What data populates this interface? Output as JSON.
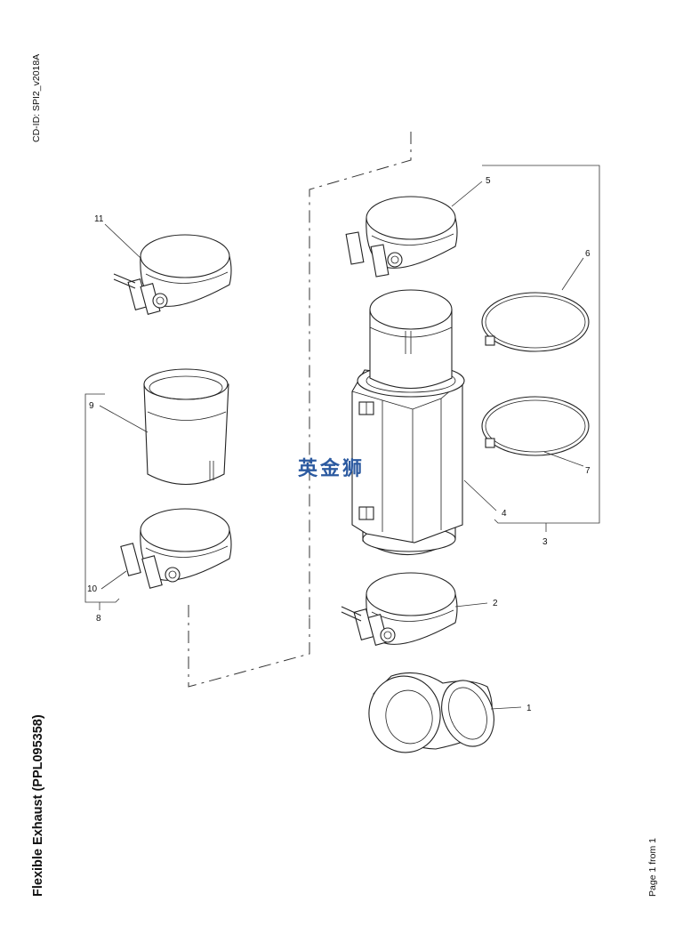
{
  "document": {
    "cd_id": "CD-ID: SPI2_v2018A",
    "title": "Flexible Exhaust (PPL095358)",
    "page": "Page 1 from 1",
    "watermark": "英金狮"
  },
  "callouts": [
    "1",
    "2",
    "3",
    "4",
    "5",
    "6",
    "7",
    "8",
    "9",
    "10",
    "11"
  ]
}
